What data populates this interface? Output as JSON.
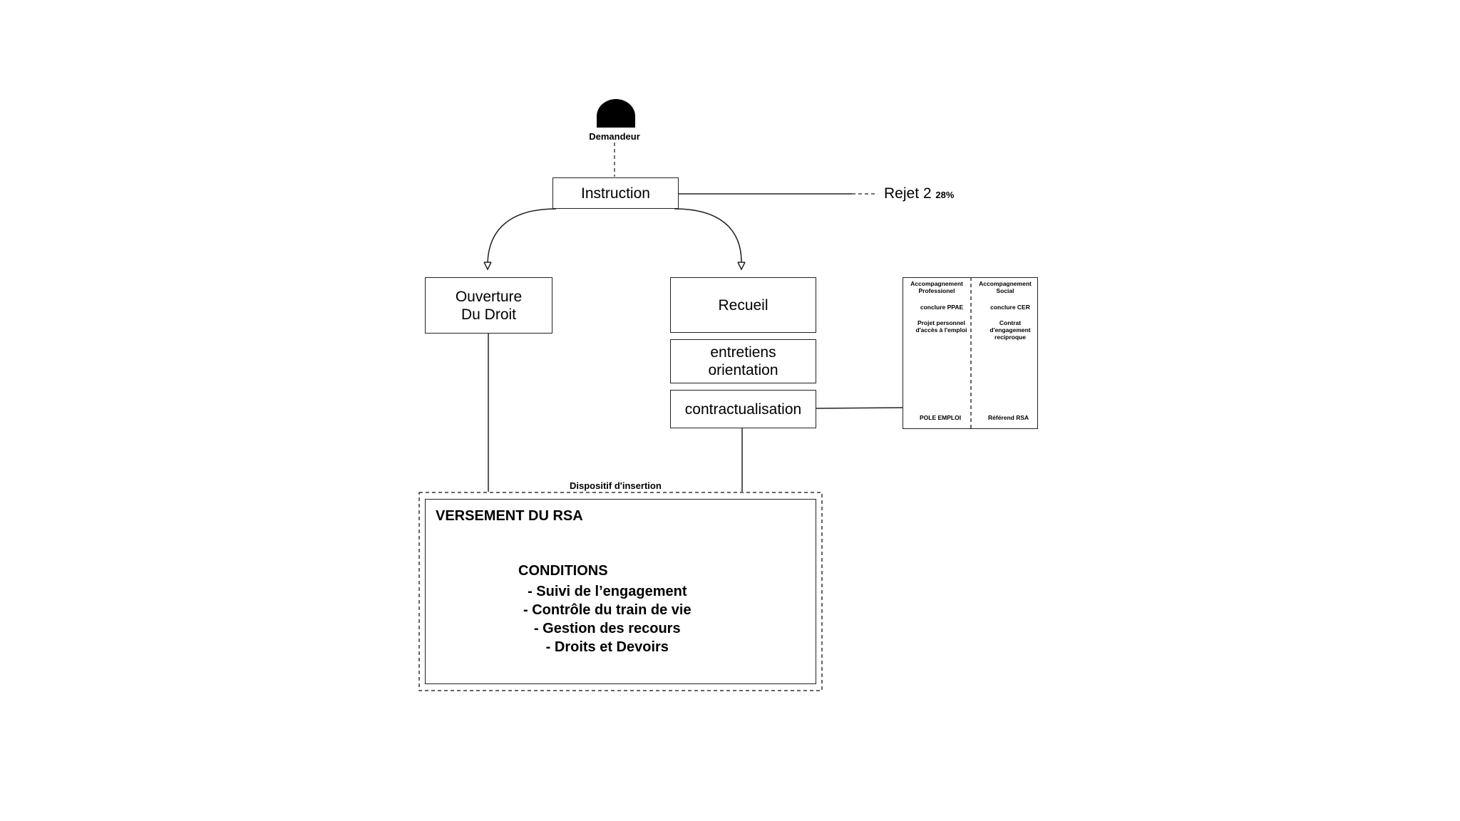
{
  "actor": {
    "label": "Demandeur",
    "icon": "person-head-icon"
  },
  "nodes": {
    "instruction": "Instruction",
    "ouverture": [
      "Ouverture",
      "Du Droit"
    ],
    "recueil": "Recueil",
    "entretiens": [
      "entretiens",
      "orientation"
    ],
    "contractualisation": "contractualisation"
  },
  "rejet": {
    "label": "Rejet 2",
    "percent": "28%"
  },
  "accompagnement": {
    "professionnel": {
      "title": [
        "Accompagnement",
        "Professionel"
      ],
      "action": "conclure PPAE",
      "detail": [
        "Projet personnel",
        "d'accès à l'emploi"
      ],
      "footer": "POLE EMPLOI"
    },
    "social": {
      "title": [
        "Accompagnement",
        "Social"
      ],
      "action": "conclure CER",
      "detail": [
        "Contrat",
        "d'engagement",
        "reciproque"
      ],
      "footer": "Référend RSA"
    }
  },
  "dispositif": {
    "label": "Dispositif d'insertion",
    "title": "VERSEMENT DU RSA",
    "conditions_title": "CONDITIONS",
    "conditions": [
      "- Suivi de l’engagement",
      "- Contrôle du train de vie",
      "- Gestion des recours",
      "- Droits et Devoirs"
    ]
  }
}
